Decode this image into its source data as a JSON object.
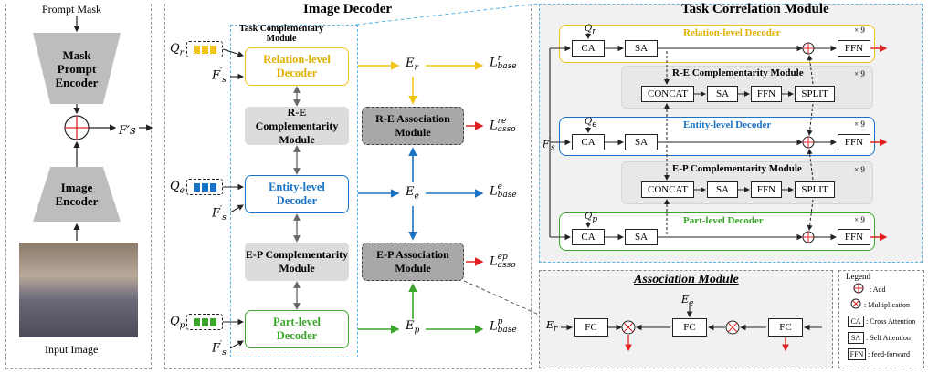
{
  "left": {
    "prompt_mask": "Prompt Mask",
    "mask_encoder": "Mask\nPrompt\nEncoder",
    "image_encoder": "Image\nEncoder",
    "input_image": "Input Image",
    "fs_out": "F′s"
  },
  "decoder": {
    "title": "Image Decoder",
    "tcm_label": "Task Complementary\nModule",
    "relation": "Relation-level\nDecoder",
    "entity": "Entity-level\nDecoder",
    "part": "Part-level\nDecoder",
    "re_comp": "R-E Complementarity\nModule",
    "ep_comp": "E-P Complementarity\nModule",
    "re_assoc": "R-E Association\nModule",
    "ep_assoc": "E-P Association\nModule",
    "q_r": "Q",
    "q_r_sub": "r",
    "q_e": "Q",
    "q_e_sub": "e",
    "q_p": "Q",
    "q_p_sub": "p",
    "fs": "F",
    "fs_sup": "′",
    "fs_sub": "s",
    "e_r": "E",
    "e_r_sub": "r",
    "e_e": "E",
    "e_e_sub": "e",
    "e_p": "E",
    "e_p_sub": "p",
    "l_base_r": "L",
    "l_base_r_sup": "r",
    "l_base_r_sub": "base",
    "l_base_e": "L",
    "l_base_e_sup": "e",
    "l_base_e_sub": "base",
    "l_base_p": "L",
    "l_base_p_sup": "p",
    "l_base_p_sub": "base",
    "l_asso_re": "L",
    "l_asso_re_sup": "re",
    "l_asso_re_sub": "asso",
    "l_asso_ep": "L",
    "l_asso_ep_sup": "ep",
    "l_asso_ep_sub": "asso"
  },
  "tcm": {
    "title": "Task Correlation Module",
    "relation": "Relation-level Decoder",
    "entity": "Entity-level Decoder",
    "part": "Part-level Decoder",
    "re_comp": "R-E Complementarity Module",
    "ep_comp": "E-P Complementarity Module",
    "ca": "CA",
    "sa": "SA",
    "ffn": "FFN",
    "concat": "CONCAT",
    "split": "SPLIT",
    "times9": "× 9",
    "qr": "Q",
    "qr_sub": "r",
    "qe": "Q",
    "qe_sub": "e",
    "qp": "Q",
    "qp_sub": "p",
    "fs": "F",
    "fs_sup": "′",
    "fs_sub": "s"
  },
  "association": {
    "title": "Association Module",
    "fc": "FC",
    "er": "E",
    "er_sub": "r",
    "ee": "E",
    "ee_sub": "e"
  },
  "legend": {
    "title": "Legend",
    "add": ": Add",
    "mult": ": Multiplication",
    "ca": "CA",
    "ca_desc": ": Cross Attention",
    "sa": "SA",
    "sa_desc": ": Self Attention",
    "ffn": "FFN",
    "ffn_desc": ": feed-forward"
  },
  "colors": {
    "relation": "#f0c419",
    "entity": "#1a73c4",
    "part": "#3aa52a",
    "loss_arrow": "#e02020",
    "tcm_border": "#5ab4e6"
  }
}
